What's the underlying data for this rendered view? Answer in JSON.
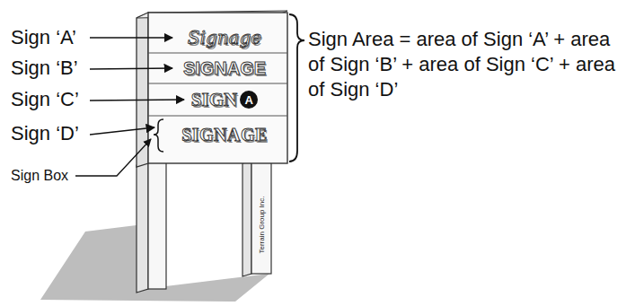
{
  "diagram": {
    "nodes": [
      {
        "text": [
          "Signage"
        ]
      },
      {
        "text": [
          "SIGNAGE"
        ]
      },
      {
        "text": [
          "SIGN"
        ]
      },
      {
        "text": [
          "A"
        ],
        "in": 2
      },
      {
        "text": [
          "SIGNAGE"
        ]
      }
    ],
    "labels": [
      "Sign ‘A’",
      "Sign ‘B’",
      "Sign ‘C’",
      "Sign ‘D’",
      "Sign Box",
      "Sign Area = area of Sign ‘A’ + area of Sign ‘B’ + area of Sign ‘C’ + area of Sign ‘D’",
      "Terrain Group Inc."
    ]
  }
}
